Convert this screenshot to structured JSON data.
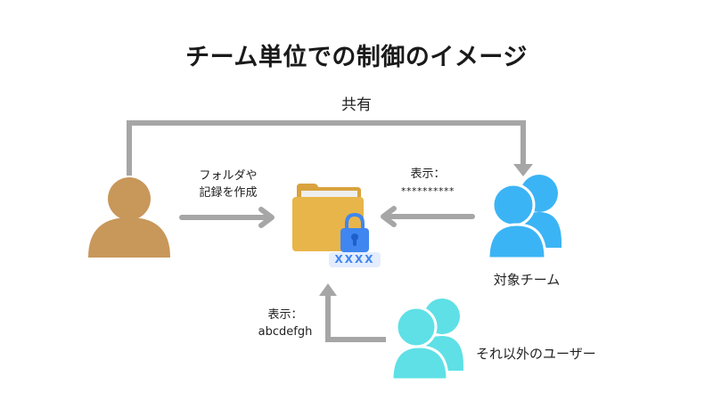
{
  "title": "チーム単位での制御のイメージ",
  "labels": {
    "share": "共有",
    "create_line1": "フォルダや",
    "create_line2": "記録を作成",
    "team_view_line1": "表示：",
    "team_view_line2": "**********",
    "other_view_line1": "表示：",
    "other_view_line2": "abcdefgh",
    "target_team": "対象チーム",
    "other_users": "それ以外のユーザー",
    "password_mask": "XXXX"
  },
  "colors": {
    "arrow": "#a6a6a6",
    "creator": "#c8975a",
    "team": "#3bb4f5",
    "others": "#5ee0e6",
    "folder": "#e8b54a",
    "folder_tab": "#d9a23e",
    "lock": "#3f86f0",
    "mask_bg": "#e4edfd",
    "mask_text": "#3f86f0"
  }
}
